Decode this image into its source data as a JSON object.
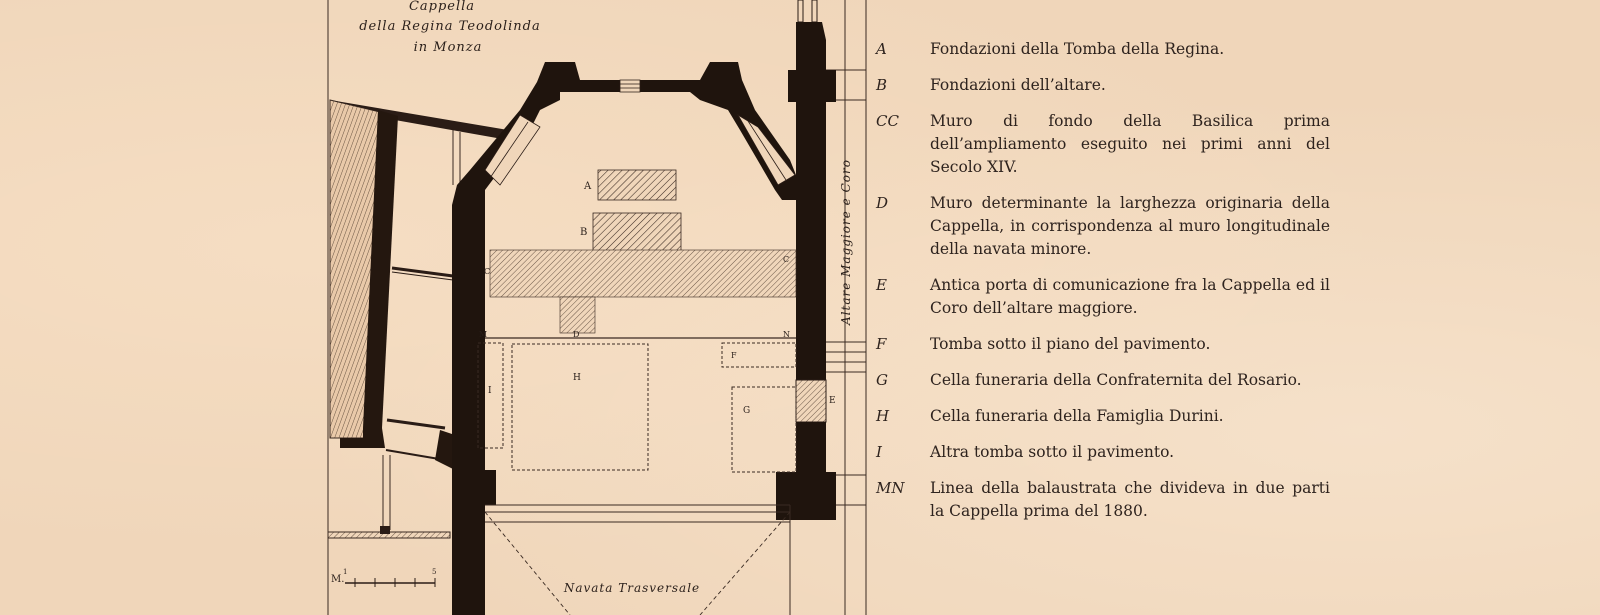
{
  "plan": {
    "title_lines": [
      "Cappella",
      "della Regina Teodolinda",
      "in Monza"
    ],
    "side_label": "Altare Maggiore e Coro",
    "bottom_label": "Navata Trasversale",
    "scale_label": "M.",
    "scale_ticks": [
      "1",
      "5"
    ],
    "letters": {
      "a": "A",
      "b": "B",
      "c_left": "C",
      "c_right": "C",
      "m": "M",
      "d": "D",
      "n": "N",
      "f": "F",
      "h": "H",
      "i": "I",
      "g": "G",
      "e": "E"
    }
  },
  "legend": [
    {
      "key": "A",
      "text": "Fondazioni della Tomba della Regina."
    },
    {
      "key": "B",
      "text": "Fondazioni dell’altare."
    },
    {
      "key": "CC",
      "text": "Muro di fondo della Basilica prima dell’ampliamento eseguito nei primi anni del Secolo XIV."
    },
    {
      "key": "D",
      "text": "Muro determinante la larghezza originaria della Cappella, in corrispondenza al muro longitudinale della navata minore."
    },
    {
      "key": "E",
      "text": "Antica porta di comunicazione fra la Cappella ed il Coro dell’altare maggiore."
    },
    {
      "key": "F",
      "text": "Tomba sotto il piano del pavimento."
    },
    {
      "key": "G",
      "text": "Cella funeraria della Confraternita del Rosario."
    },
    {
      "key": "H",
      "text": "Cella funeraria della Famiglia Durini."
    },
    {
      "key": "I",
      "text": "Altra tomba sotto il pavimento."
    },
    {
      "key": "MN",
      "text": "Linea della balaustrata che divideva in due parti la Cappella prima del 1880."
    }
  ]
}
